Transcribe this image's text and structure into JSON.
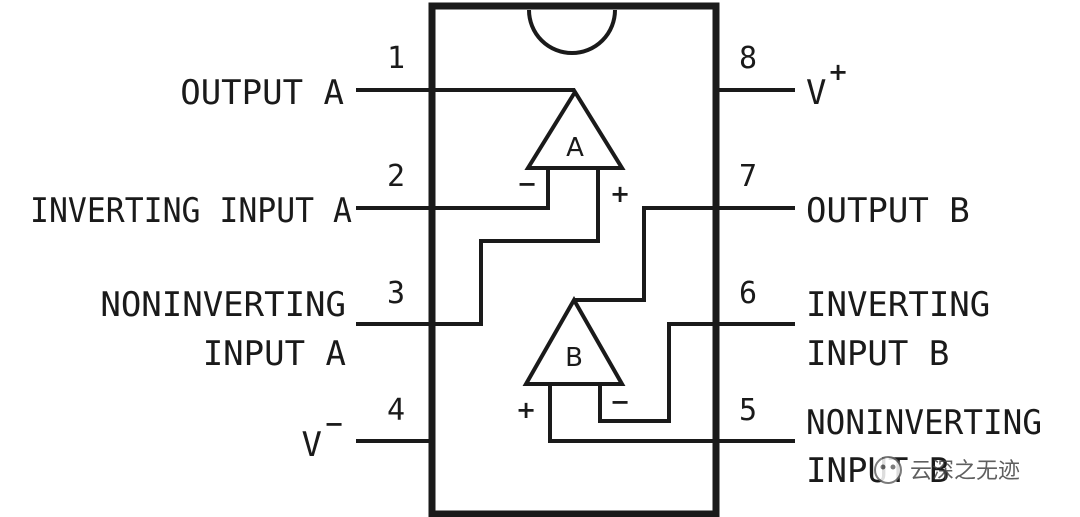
{
  "pins": {
    "p1": {
      "number": "1",
      "label": "OUTPUT A"
    },
    "p2": {
      "number": "2",
      "label": "INVERTING INPUT A"
    },
    "p3": {
      "number": "3",
      "label_line1": "NONINVERTING",
      "label_line2": "INPUT A"
    },
    "p4": {
      "number": "4",
      "label": "V",
      "label_sup": "−"
    },
    "p5": {
      "number": "5",
      "label_line1": "NONINVERTING",
      "label_line2": "INPUT B"
    },
    "p6": {
      "number": "6",
      "label_line1": "INVERTING",
      "label_line2": "INPUT B"
    },
    "p7": {
      "number": "7",
      "label": "OUTPUT B"
    },
    "p8": {
      "number": "8",
      "label": "V",
      "label_sup": "+"
    }
  },
  "amplifiers": {
    "a": {
      "name": "A",
      "minus": "−",
      "plus": "+"
    },
    "b": {
      "name": "B",
      "minus": "−",
      "plus": "+"
    }
  },
  "watermark": "云深之无迹",
  "colors": {
    "ink": "#1a1a1a",
    "background": "#ffffff"
  }
}
